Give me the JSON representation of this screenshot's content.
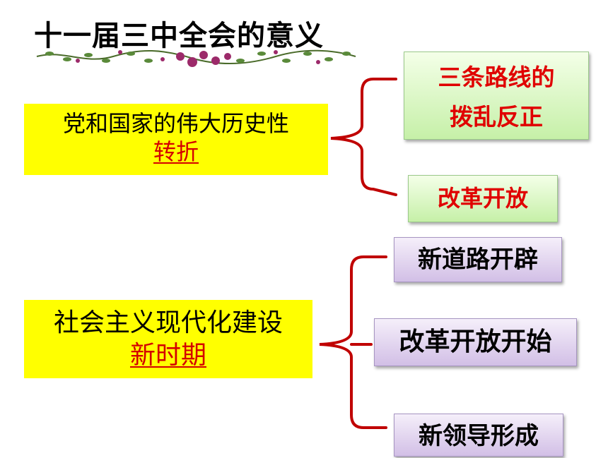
{
  "title": "十一届三中全会的意义",
  "section1": {
    "main_text": "党和国家的伟大历史性",
    "highlight": "转折",
    "branches": [
      "三条路线的",
      "拨乱反正",
      "改革开放"
    ]
  },
  "section2": {
    "main_text": "社会主义现代化建设",
    "highlight": "新时期",
    "branches": [
      "新道路开辟",
      "改革开放开始",
      "新领导形成"
    ]
  },
  "colors": {
    "highlight_box": "#ffff00",
    "accent_red": "#d40000",
    "green_box": "#d9f7c4",
    "purple_box": "#ddd0ec"
  }
}
